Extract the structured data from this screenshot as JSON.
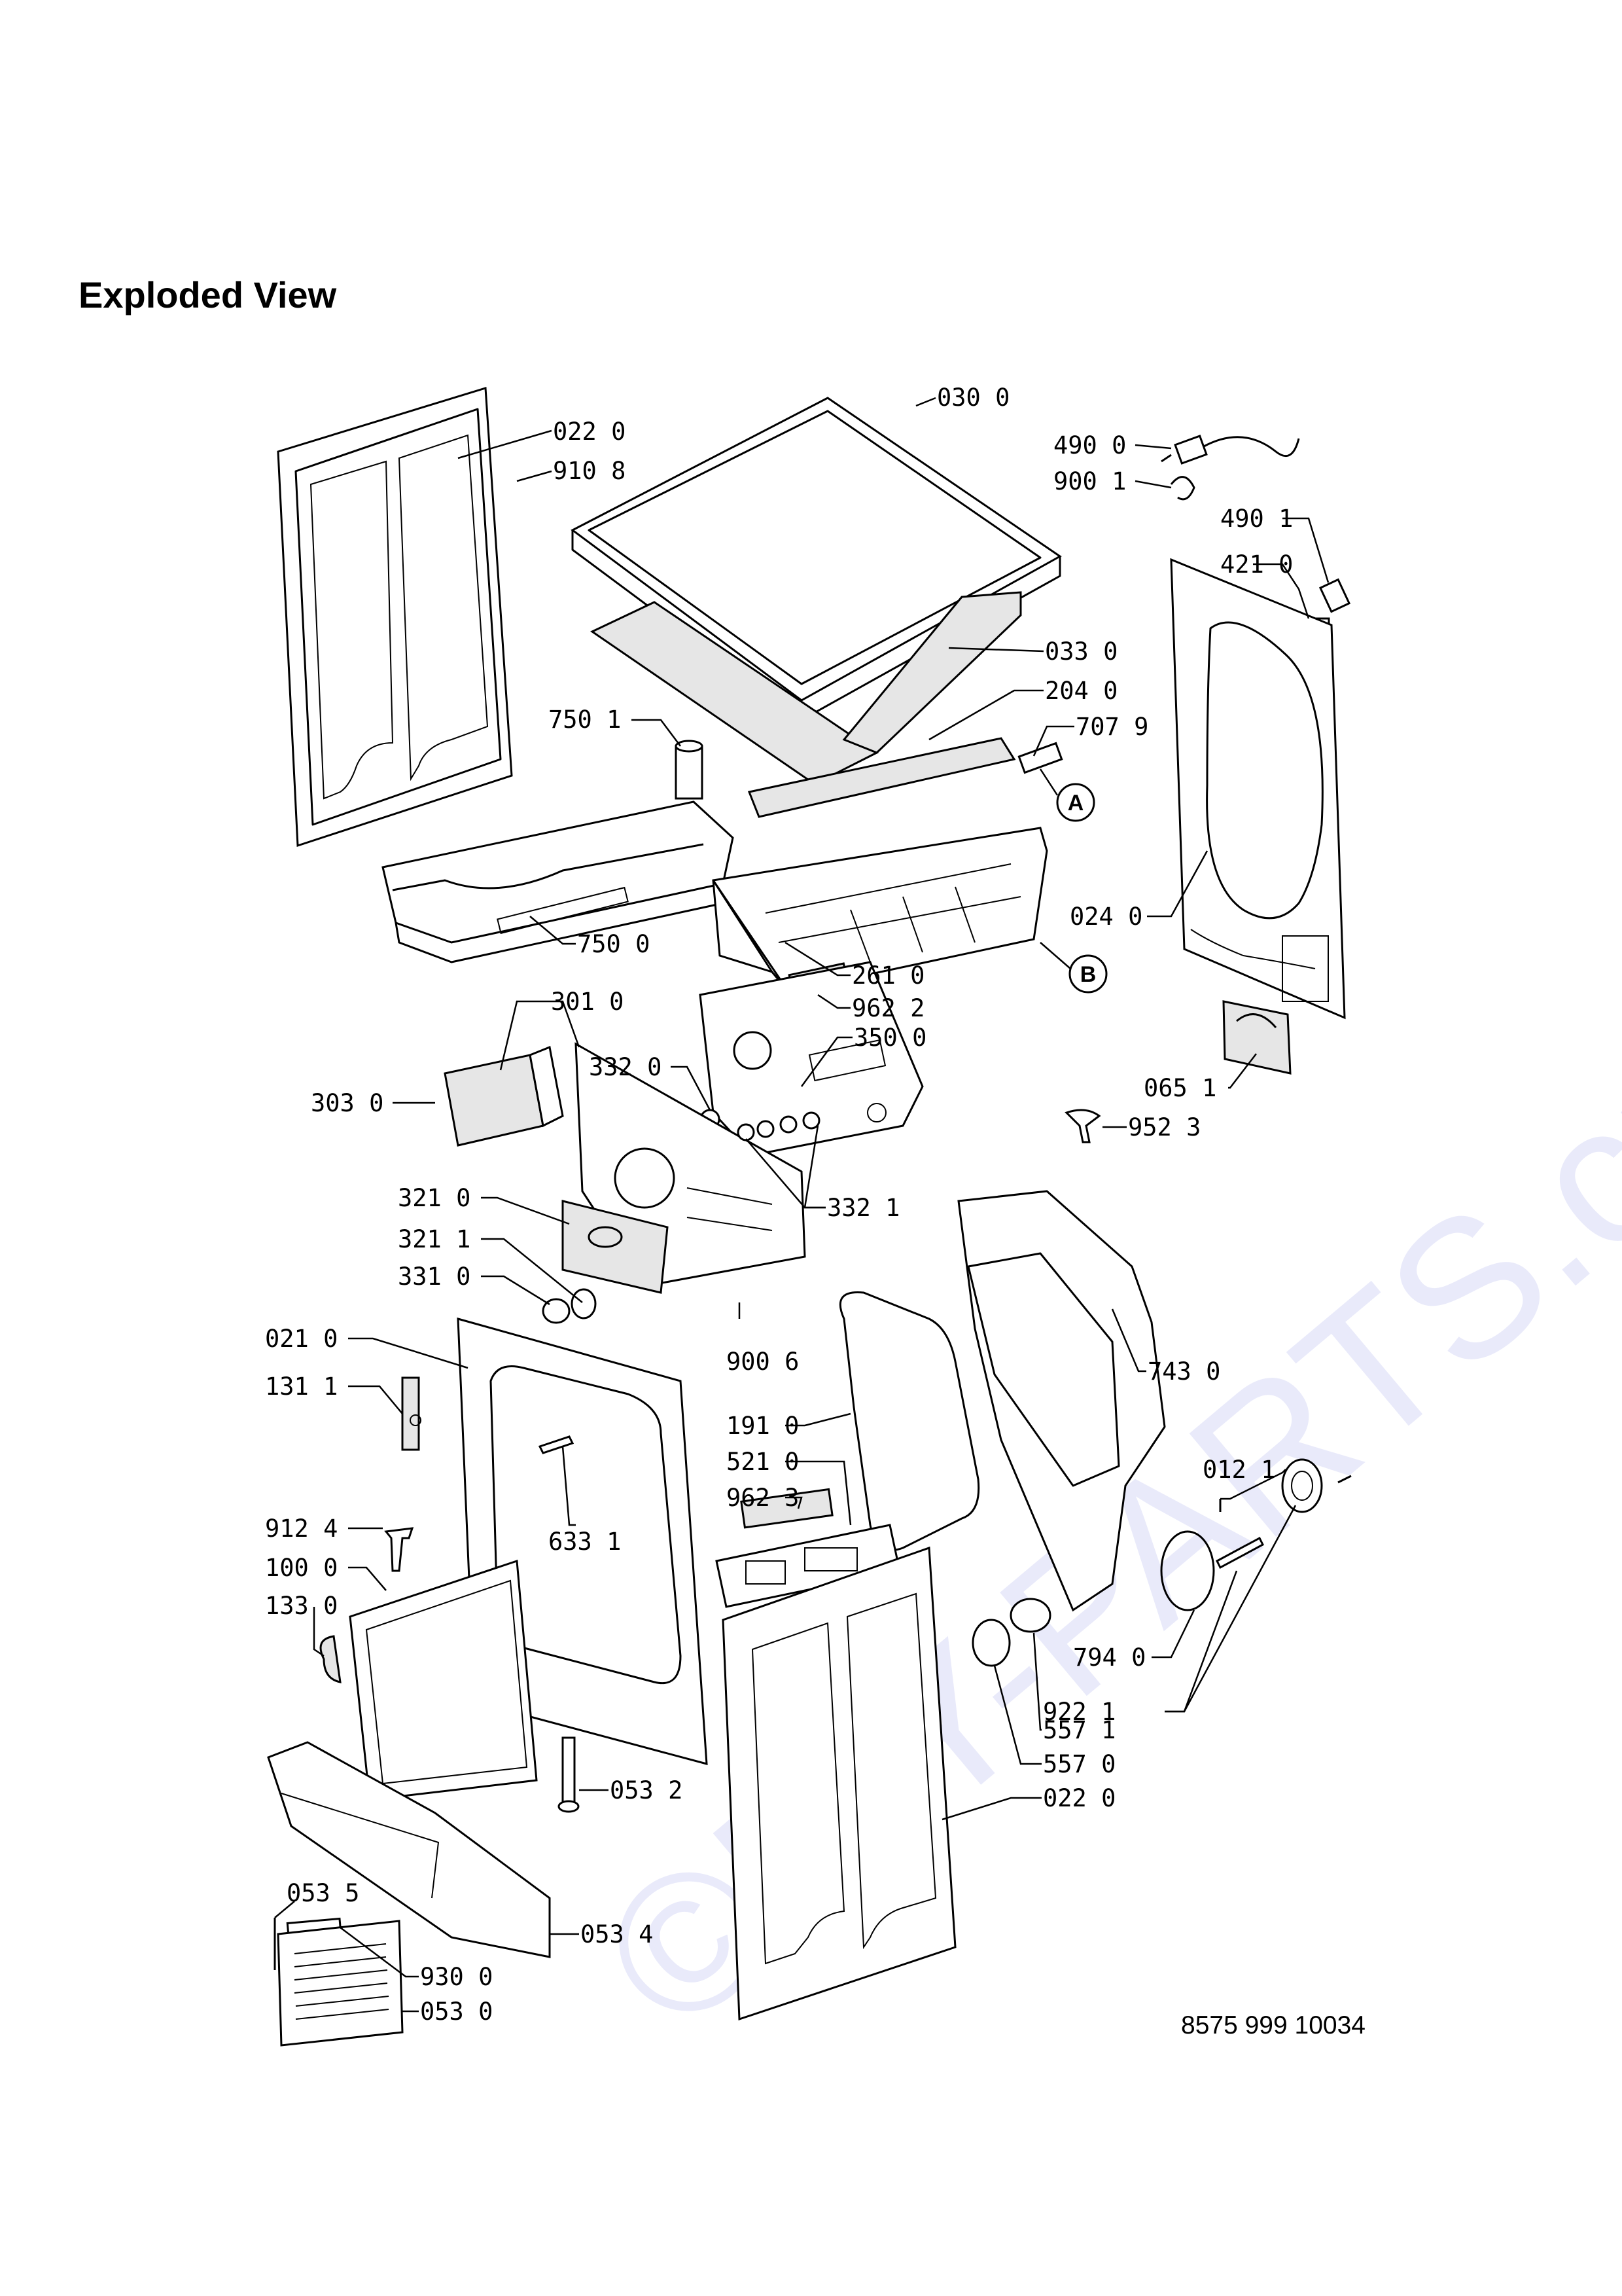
{
  "title": "Exploded View",
  "document_number": "8575 999 10034",
  "watermark": "©DIY-PARTS.cz",
  "callouts": {
    "a": "A",
    "b": "B"
  },
  "part_labels": [
    "022 0",
    "910 8",
    "030 0",
    "490 0",
    "900 1",
    "490 1",
    "421 0",
    "033 0",
    "204 0",
    "750 1",
    "707 9",
    "024 0",
    "750 0",
    "261 0",
    "962 2",
    "301 0",
    "350 0",
    "332 0",
    "303 0",
    "065 1",
    "952 3",
    "321 0",
    "332 1",
    "321 1",
    "331 0",
    "021 0",
    "900 6",
    "743 0",
    "131 1",
    "191 0",
    "521 0",
    "012 1",
    "962 3",
    "633 1",
    "912 4",
    "100 0",
    "133 0",
    "794 0",
    "922 1",
    "557 1",
    "557 0",
    "053 2",
    "022 0",
    "053 5",
    "053 4",
    "930 0",
    "053 0"
  ]
}
